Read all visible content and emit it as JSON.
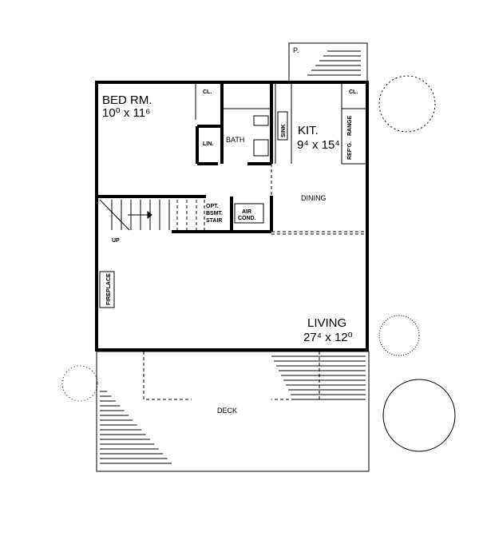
{
  "rooms": {
    "bedroom": {
      "name": "BED RM.",
      "size": "10⁰ x 11⁶"
    },
    "kitchen": {
      "name": "KIT.",
      "size": "9⁴ x 15⁴"
    },
    "living": {
      "name": "LIVING",
      "size": "27⁴ x 12⁰"
    },
    "bath": "BATH",
    "dining": "DINING",
    "deck": "DECK",
    "closet_bed": "CL.",
    "closet_kit": "CL.",
    "linen": "LIN.",
    "sink": "SINK",
    "range": "RANGE",
    "refrigerator": "REF'G.",
    "stair": [
      "OPT.",
      "BSMT.",
      "STAIR"
    ],
    "air_cond": [
      "AIR",
      "COND."
    ],
    "fireplace": "FIREPLACE",
    "up": "UP",
    "porch": "P."
  }
}
